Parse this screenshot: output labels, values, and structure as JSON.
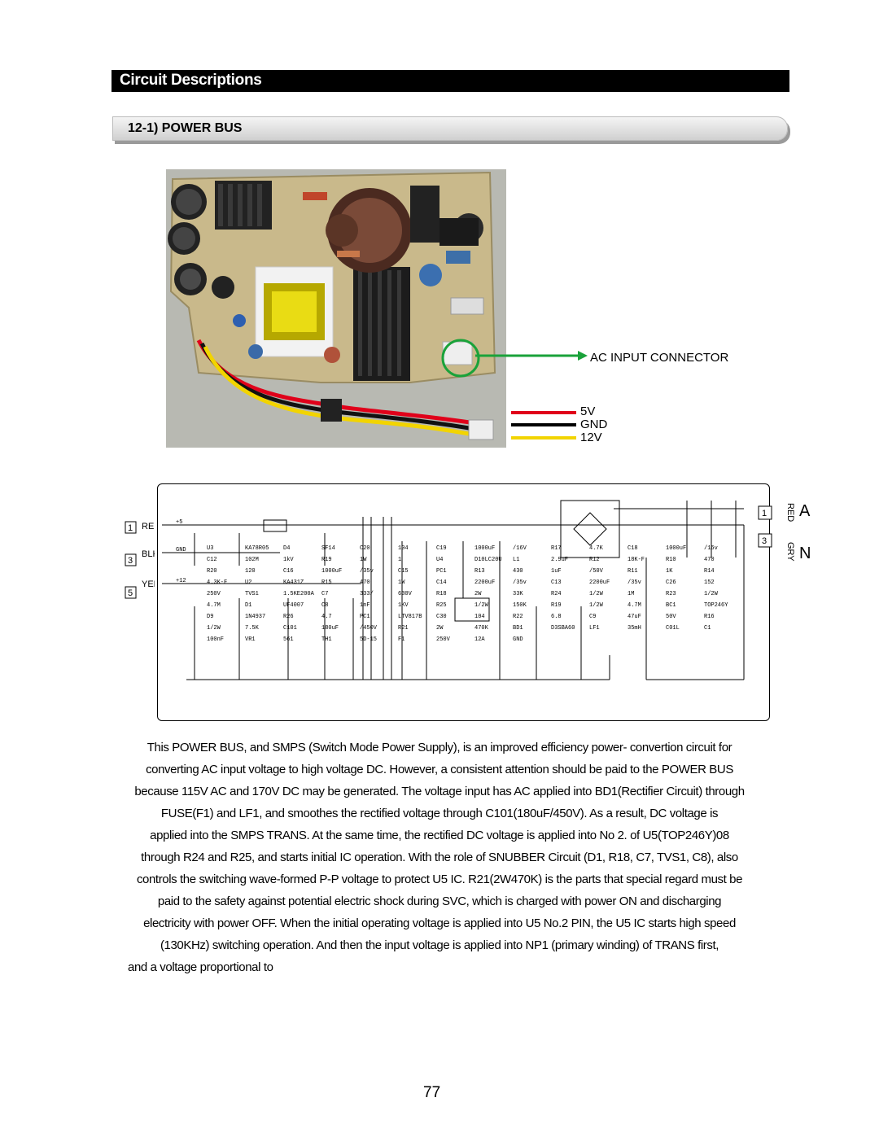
{
  "header": {
    "title": "Circuit Descriptions"
  },
  "section": {
    "title": "12-1) POWER BUS"
  },
  "photo": {
    "connector_label": "AC INPUT CONNECTOR",
    "wires": [
      {
        "label": "5V",
        "color": "#e0001a"
      },
      {
        "label": "GND",
        "color": "#000000"
      },
      {
        "label": "12V",
        "color": "#f2d400"
      }
    ]
  },
  "schematic": {
    "terminals": [
      {
        "num": "1",
        "label": "RED",
        "net": "+5"
      },
      {
        "num": "3",
        "label": "BLK",
        "net": "GND"
      },
      {
        "num": "5",
        "label": "YEL",
        "net": "+12"
      }
    ],
    "right_terminals": [
      {
        "num": "1",
        "wire": "RED",
        "letter": "A"
      },
      {
        "num": "3",
        "wire": "GRY",
        "letter": "N"
      }
    ],
    "labels": [
      "U3",
      "KA78R05",
      "D4",
      "SF14",
      "C20",
      "104",
      "C19",
      "1000uF",
      "/16V",
      "R17",
      "4.7K",
      "C18",
      "1000uF",
      "/16v",
      "C12",
      "102M",
      "1kV",
      "R19",
      "1W",
      "1",
      "U4",
      "D10LC20U",
      "L1",
      "2.9uF",
      "R12",
      "18K-F",
      "R10",
      "470",
      "R20",
      "120",
      "C16",
      "1000uF",
      "/35v",
      "C15",
      "PC1",
      "R13",
      "430",
      "1uF",
      "/50V",
      "R11",
      "1K",
      "R14",
      "4.3K-F",
      "U2",
      "KA431Z",
      "R15",
      "470",
      "1W",
      "C14",
      "2200uF",
      "/35v",
      "C13",
      "2200uF",
      "/35v",
      "C26",
      "152",
      "250V",
      "TVS1",
      "1.5KE200A",
      "C7",
      "333/",
      "630V",
      "R18",
      "2W",
      "33K",
      "R24",
      "1/2W",
      "1M",
      "R23",
      "1/2W",
      "4.7M",
      "D1",
      "UF4007",
      "C8",
      "1nF",
      "1KV",
      "R25",
      "1/2W",
      "150K",
      "R19",
      "1/2W",
      "4.7M",
      "BC1",
      "TOP246Y",
      "D9",
      "1N4937",
      "R26",
      "4.7",
      "PC1",
      "LTV817B",
      "C30",
      "104",
      "R22",
      "6.8",
      "C9",
      "47uF",
      "50V",
      "R16",
      "1/2W",
      "7.5K",
      "C101",
      "180uF",
      "/450V",
      "R21",
      "2W",
      "470K",
      "BD1",
      "D3SBA60",
      "LF1",
      "35mH",
      "C01L",
      "C1",
      "100nF",
      "VR1",
      "561",
      "TH1",
      "5D-15",
      "F1",
      "250V",
      "12A",
      "GND"
    ]
  },
  "body_text": {
    "lines": [
      "This POWER BUS, and SMPS (Switch Mode Power Supply), is an improved efficiency power- convertion circuit for",
      "converting AC input voltage to high voltage DC. However, a consistent attention should be paid to the POWER BUS",
      "because 115V AC and 170V DC may be generated. The voltage input has AC applied into BD1(Rectifier Circuit) through",
      "FUSE(F1) and LF1, and smoothes the rectified voltage through C101(180uF/450V). As a result, DC voltage is",
      "applied into the SMPS TRANS. At the same time, the rectified DC voltage is applied into No 2. of U5(TOP246Y)08",
      "through R24 and R25, and starts initial IC operation. With the role of SNUBBER Circuit (D1, R18, C7, TVS1, C8), also",
      "controls the switching wave-formed P-P voltage to protect U5 IC. R21(2W470K) is the parts that special regard must be",
      "paid to the safety against potential electric shock during SVC, which is charged with power ON and discharging",
      "electricity with power OFF. When the initial operating voltage is applied into U5 No.2 PIN, the U5 IC starts high speed",
      "(130KHz) switching operation. And then the input voltage is applied into NP1 (primary winding) of TRANS first,"
    ],
    "last_line": "and a voltage proportional to"
  },
  "page_number": "77"
}
